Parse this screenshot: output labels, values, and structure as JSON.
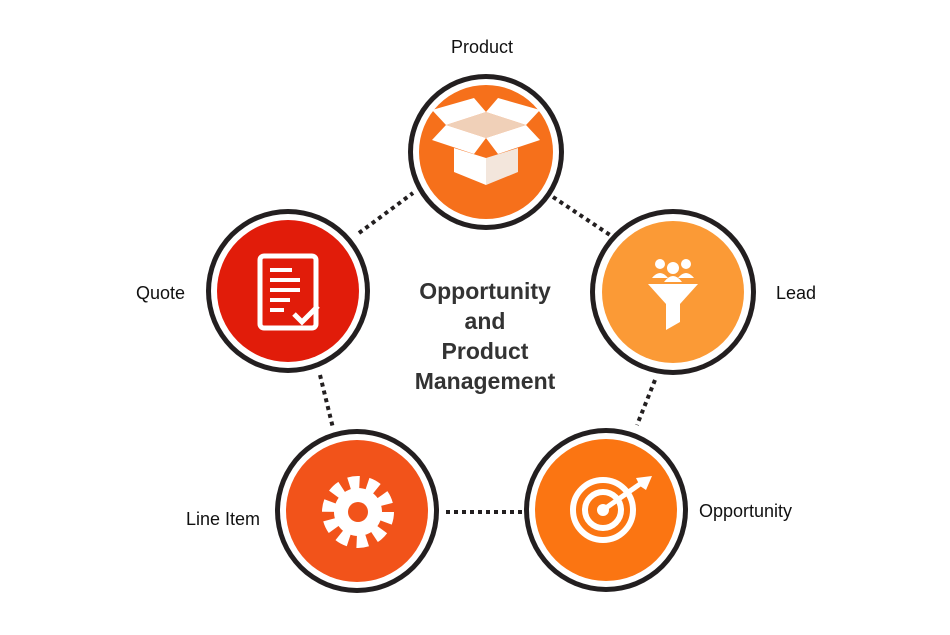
{
  "center_title": {
    "line1": "Opportunity",
    "line2": "and",
    "line3": "Product",
    "line4": "Management"
  },
  "nodes": [
    {
      "key": "product",
      "label": "Product",
      "icon": "open-box-icon",
      "color": "#f6701b"
    },
    {
      "key": "lead",
      "label": "Lead",
      "icon": "funnel-people-icon",
      "color": "#fb9a36"
    },
    {
      "key": "opportunity",
      "label": "Opportunity",
      "icon": "target-arrow-icon",
      "color": "#fb7512"
    },
    {
      "key": "line_item",
      "label": "Line Item",
      "icon": "gear-icon",
      "color": "#f2531a"
    },
    {
      "key": "quote",
      "label": "Quote",
      "icon": "document-check-icon",
      "color": "#e11c0a"
    }
  ],
  "colors": {
    "ring": "#231f20",
    "connector": "#231f20",
    "icon": "#ffffff"
  }
}
